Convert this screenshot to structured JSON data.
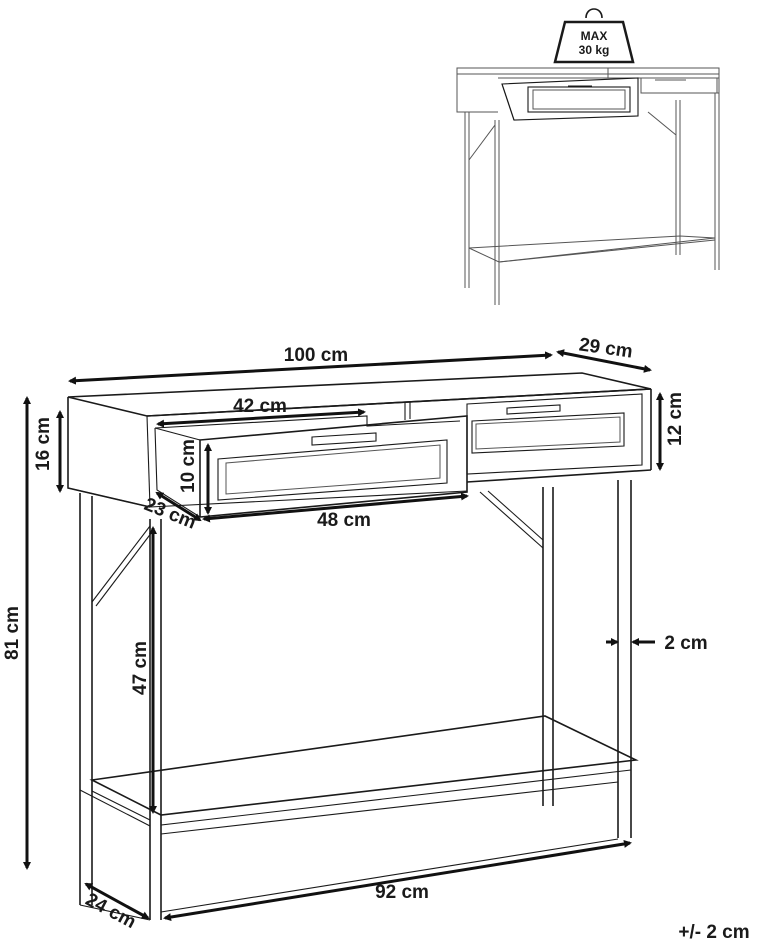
{
  "weight_badge": {
    "line1": "MAX",
    "line2": "30 kg"
  },
  "dimensions": {
    "width_top": "100 cm",
    "depth_top": "29 cm",
    "drawer_inner_width": "42 cm",
    "drawer_front_height": "12 cm",
    "body_height": "16 cm",
    "drawer_inner_height": "10 cm",
    "drawer_depth": "23 cm",
    "drawer_width": "48 cm",
    "total_height": "81 cm",
    "shelf_height": "47 cm",
    "leg_thickness": "2 cm",
    "depth_bottom": "24 cm",
    "width_bottom": "92 cm"
  },
  "tolerance": "+/- 2 cm",
  "icons": {
    "weight": "weight-icon"
  }
}
